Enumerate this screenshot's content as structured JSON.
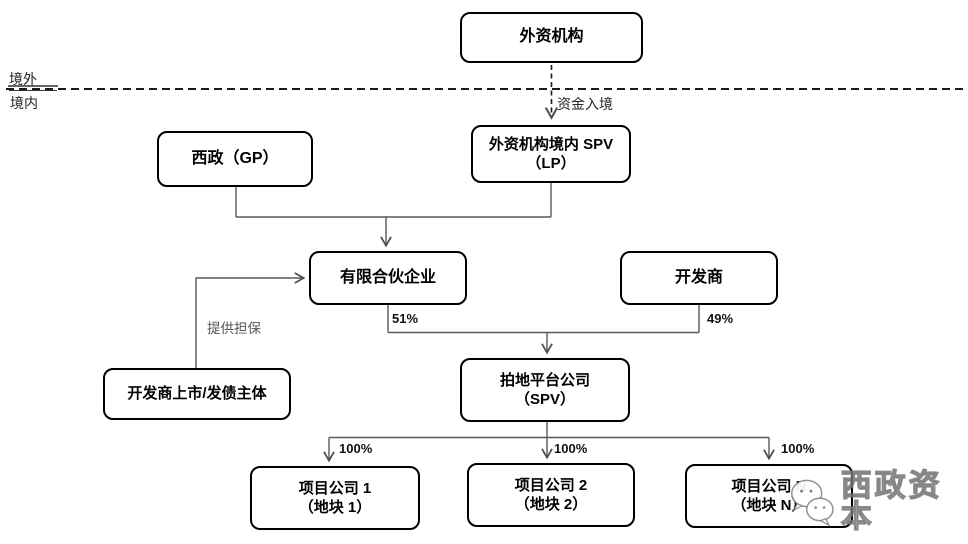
{
  "regions": {
    "overseas_label": "境外",
    "domestic_label": "境内"
  },
  "nodes": {
    "foreign_institution": {
      "label": "外资机构"
    },
    "xizheng_gp": {
      "label": "西政（GP）"
    },
    "foreign_spv": {
      "line1": "外资机构境内 SPV",
      "line2": "（LP）"
    },
    "limited_partnership": {
      "label": "有限合伙企业"
    },
    "developer": {
      "label": "开发商"
    },
    "developer_listed_entity": {
      "label": "开发商上市/发债主体"
    },
    "land_platform": {
      "line1": "拍地平台公司",
      "line2": "（SPV）"
    },
    "project_company_1": {
      "line1": "项目公司 1",
      "line2": "（地块 1）"
    },
    "project_company_2": {
      "line1": "项目公司 2",
      "line2": "（地块 2）"
    },
    "project_company_n": {
      "line1": "项目公司 N",
      "line2": "（地块 N）"
    }
  },
  "edge_labels": {
    "capital_entry": "资金入境",
    "guarantee": "提供担保",
    "partnership_share": "51%",
    "developer_share": "49%",
    "project1_share": "100%",
    "project2_share": "100%",
    "projectn_share": "100%"
  },
  "watermark": {
    "text": "西政资本",
    "icon": "wechat-icon"
  },
  "colors": {
    "box_border": "#000000",
    "connector": "#595959",
    "dashed_line": "#1a1a1a",
    "background": "#ffffff",
    "watermark_gray": "#8c8c8c"
  }
}
